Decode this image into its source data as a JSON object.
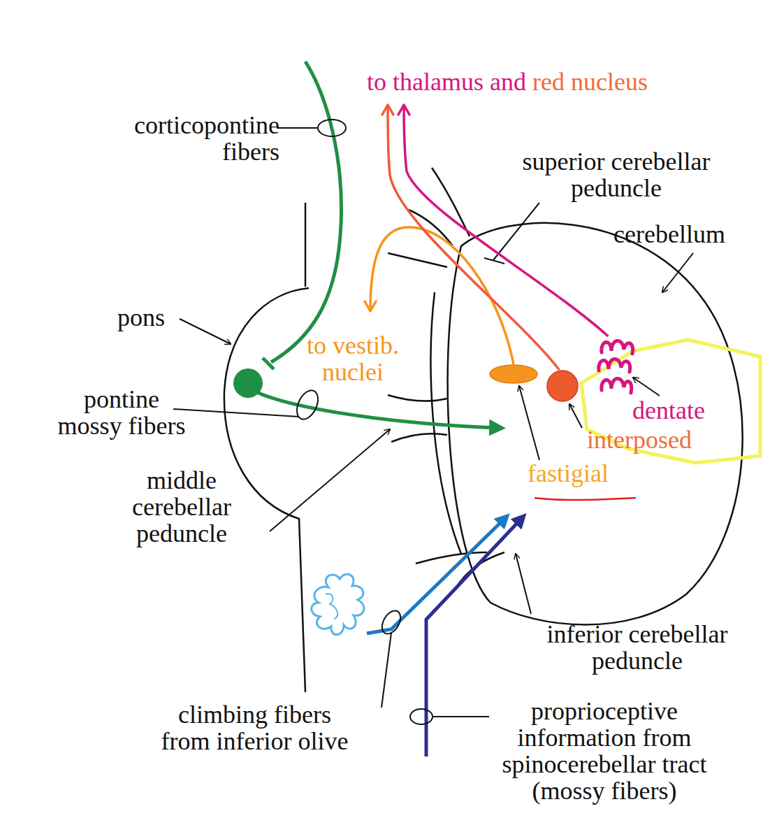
{
  "diagram": {
    "nodes": [
      {
        "text": [
          "to thalamus and",
          "red nucleus"
        ]
      },
      {
        "text": [
          "to vestib. nuclei"
        ]
      },
      {
        "text": [
          "fastigial"
        ]
      },
      {
        "text": [
          "interposed"
        ]
      },
      {
        "text": [
          "dentate"
        ]
      }
    ],
    "edges": [
      {
        "from": 2,
        "to": 1,
        "arrow": "to"
      },
      {
        "from": 3,
        "to": 0,
        "arrow": "to"
      },
      {
        "from": 4,
        "to": 0,
        "arrow": "to"
      }
    ],
    "labels": [
      "corticopontine fibers",
      "superior cerebellar peduncle",
      "cerebellum",
      "pons",
      "pontine mossy fibers",
      "middle cerebellar peduncle",
      "inferior cerebellar peduncle",
      "climbing fibers from inferior olive",
      "proprioceptive information from spinocerebellar tract (mossy fibers)"
    ]
  }
}
